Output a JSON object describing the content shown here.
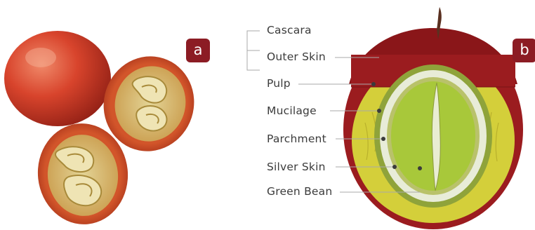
{
  "panels": {
    "a": {
      "badge": "a"
    },
    "b": {
      "badge": "b"
    }
  },
  "labels": [
    {
      "key": "cascara",
      "text": "Cascara"
    },
    {
      "key": "outer_skin",
      "text": "Outer Skin"
    },
    {
      "key": "pulp",
      "text": "Pulp"
    },
    {
      "key": "mucilage",
      "text": "Mucilage"
    },
    {
      "key": "parchment",
      "text": "Parchment"
    },
    {
      "key": "silver_skin",
      "text": "Silver Skin"
    },
    {
      "key": "green_bean",
      "text": "Green Bean"
    }
  ],
  "colors": {
    "badge": "#8c1c24",
    "outer_skin": "#9b1c1f",
    "cascara_dark": "#7a1416",
    "pulp": "#d4cf3a",
    "mucilage": "#8fa33a",
    "parchment": "#e8ecd8",
    "silver_skin": "#b9c26a",
    "green_bean": "#a8c83a",
    "stem": "#5a3020",
    "leader_line": "#a9a9a9",
    "cherry_red": "#c8321c",
    "cherry_cut": "#c9b96a",
    "bean_cream": "#efe4b4"
  }
}
